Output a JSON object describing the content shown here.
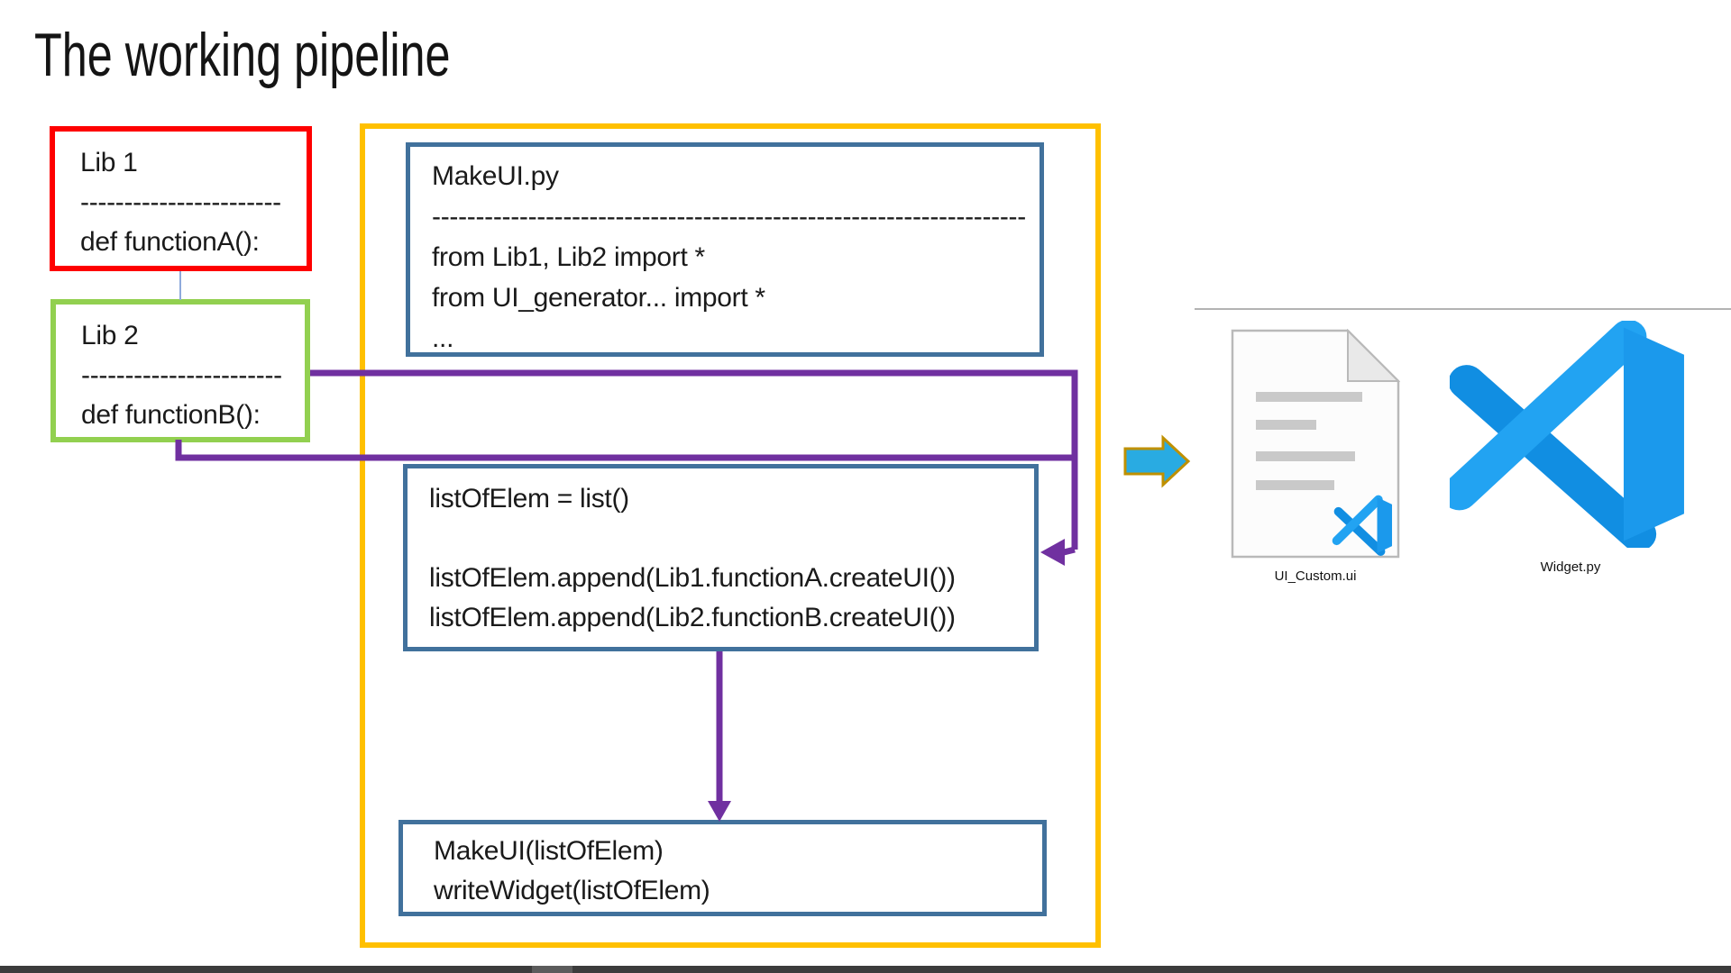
{
  "slide": {
    "title": "The working pipeline"
  },
  "lib1": {
    "title": "Lib 1",
    "divider": "-----------------------",
    "code": "def functionA():"
  },
  "lib2": {
    "title": "Lib 2",
    "divider": "-----------------------",
    "code": "def functionB():"
  },
  "makeui": {
    "title": "MakeUI.py",
    "divider": "--------------------------------------------------------------------",
    "imports": [
      "from Lib1, Lib2 import *",
      "from UI_generator... import *",
      "..."
    ]
  },
  "assemble": {
    "line1": "listOfElem = list()",
    "line2": "listOfElem.append(Lib1.functionA.createUI())",
    "line3": "listOfElem.append(Lib2.functionB.createUI())"
  },
  "output": {
    "line1": "MakeUI(listOfElem)",
    "line2": "writeWidget(listOfElem)"
  },
  "files": {
    "ui_file_label": "UI_Custom.ui",
    "py_file_label": "Widget.py"
  },
  "colors": {
    "red": "#FE0000",
    "green": "#92D050",
    "orange": "#FFC000",
    "steel_blue": "#41719C",
    "purple": "#7030A0",
    "cyan_fill": "#29ABE2",
    "cyan_outline": "#BF9000",
    "vscode_blue": "#1F9CF0",
    "bottom_bar": "#3C3C3C"
  }
}
